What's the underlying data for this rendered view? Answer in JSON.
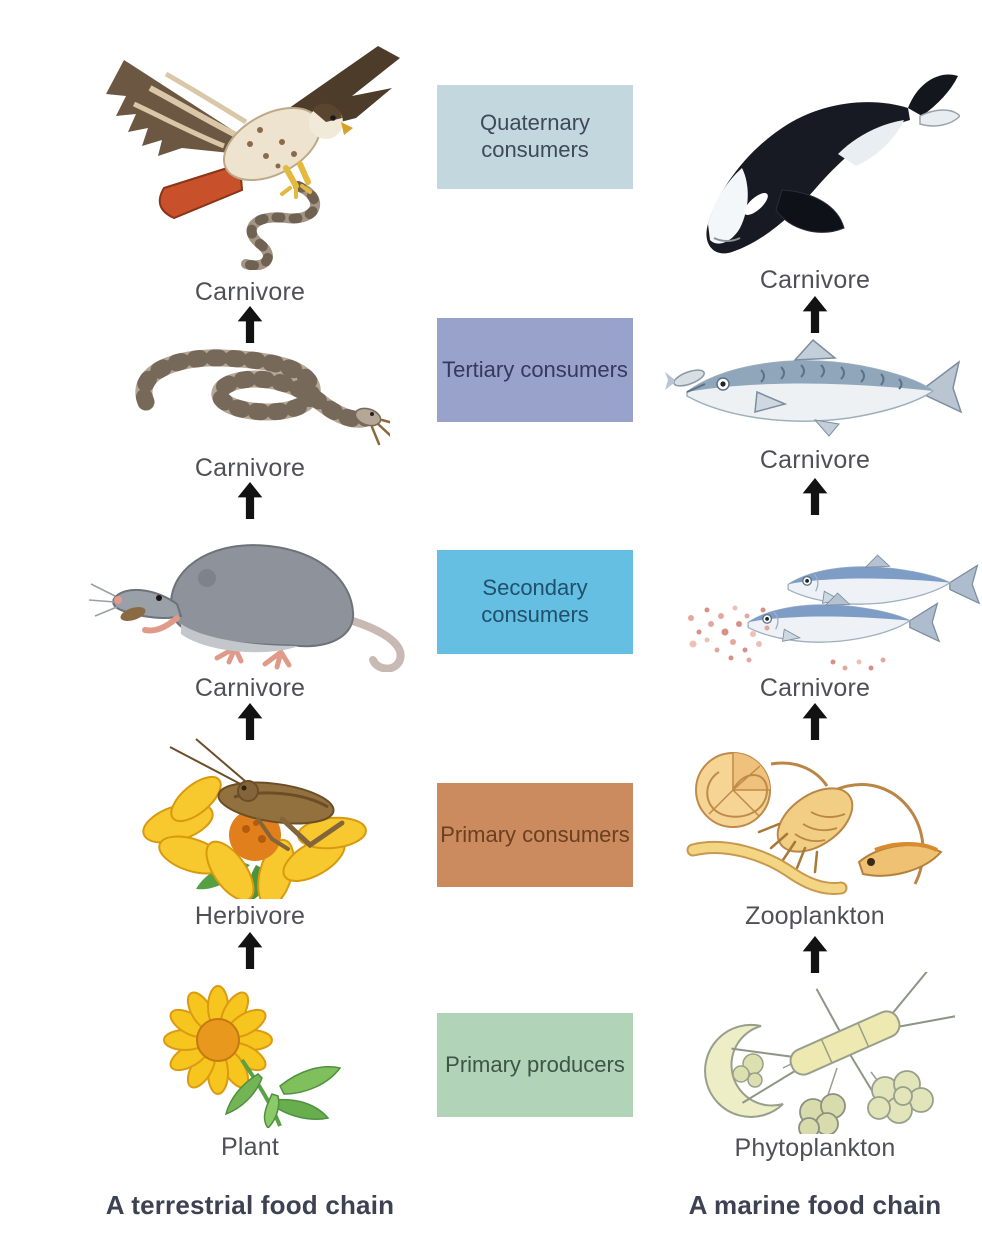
{
  "levels": [
    {
      "label": "Quaternary consumers",
      "bg": "#c3d7df",
      "fg": "#3e4a56"
    },
    {
      "label": "Tertiary consumers",
      "bg": "#99a2ca",
      "fg": "#343a5e"
    },
    {
      "label": "Secondary consumers",
      "bg": "#64bfe2",
      "fg": "#20506c"
    },
    {
      "label": "Primary consumers",
      "bg": "#cb8b5e",
      "fg": "#6b4020"
    },
    {
      "label": "Primary producers",
      "bg": "#b1d3b7",
      "fg": "#3c5547"
    }
  ],
  "terrestrial": {
    "caption": "A terrestrial food chain",
    "organisms": [
      {
        "name": "hawk-with-snake",
        "label": "Carnivore"
      },
      {
        "name": "coiled-snake",
        "label": "Carnivore"
      },
      {
        "name": "shrew",
        "label": "Carnivore"
      },
      {
        "name": "grasshopper-on-flower",
        "label": "Herbivore"
      },
      {
        "name": "flowering-plant",
        "label": "Plant"
      }
    ]
  },
  "marine": {
    "caption": "A marine food chain",
    "organisms": [
      {
        "name": "killer-whale",
        "label": "Carnivore"
      },
      {
        "name": "mackerel",
        "label": "Carnivore"
      },
      {
        "name": "herring-pair",
        "label": "Carnivore"
      },
      {
        "name": "zooplankton",
        "label": "Zooplankton"
      },
      {
        "name": "phytoplankton",
        "label": "Phytoplankton"
      }
    ]
  },
  "colors": {
    "label_text": "#4f4f58",
    "caption_text": "#3c4252",
    "arrow": "#121212",
    "background": "#ffffff"
  }
}
